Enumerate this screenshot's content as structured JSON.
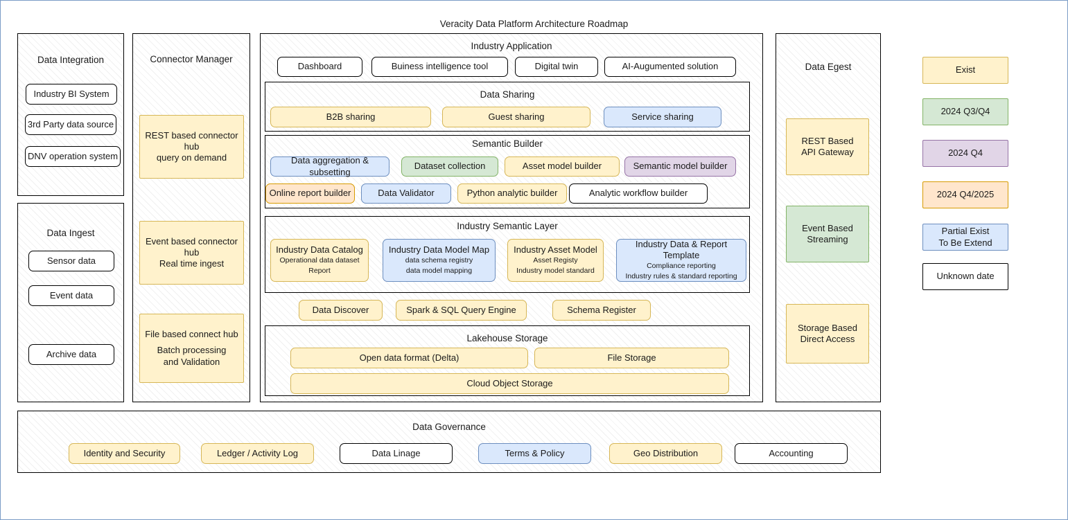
{
  "diagram": {
    "title": "Veracity Data Platform Architecture Roadmap"
  },
  "panels": {
    "data_integration": {
      "title": "Data Integration",
      "items": [
        {
          "label": "Industry BI System"
        },
        {
          "label": "3rd Party data source"
        },
        {
          "label": "DNV operation system"
        }
      ]
    },
    "data_ingest": {
      "title": "Data Ingest",
      "items": [
        {
          "label": "Sensor data"
        },
        {
          "label": "Event data"
        },
        {
          "label": "Archive data"
        }
      ]
    },
    "connector_manager": {
      "title": "Connector Manager",
      "items": [
        {
          "line1": "REST based connector hub",
          "line2": "query on demand"
        },
        {
          "line1": "Event based connector hub",
          "line2": "Real time ingest"
        },
        {
          "line1": "File based connect hub",
          "line2": "Batch processing and Validation"
        }
      ]
    },
    "industry_application": {
      "title": "Industry Application",
      "items": [
        {
          "label": "Dashboard"
        },
        {
          "label": "Buiness intelligence tool"
        },
        {
          "label": "Digital twin"
        },
        {
          "label": "AI-Augumented solution"
        }
      ]
    },
    "data_sharing": {
      "title": "Data Sharing",
      "items": [
        {
          "label": "B2B sharing",
          "color": "yellow"
        },
        {
          "label": "Guest sharing",
          "color": "yellow"
        },
        {
          "label": "Service sharing",
          "color": "blue"
        }
      ]
    },
    "semantic_builder": {
      "title": "Semantic Builder",
      "row1": [
        {
          "label": "Data aggregation & subsetting",
          "color": "blue"
        },
        {
          "label": "Dataset collection",
          "color": "green"
        },
        {
          "label": "Asset model builder",
          "color": "yellow"
        },
        {
          "label": "Semantic model builder",
          "color": "purple"
        }
      ],
      "row2": [
        {
          "label": "Online report builder",
          "color": "orange"
        },
        {
          "label": "Data Validator",
          "color": "blue"
        },
        {
          "label": "Python analytic builder",
          "color": "yellow"
        },
        {
          "label": "Analytic workflow builder",
          "color": "white"
        }
      ]
    },
    "industry_semantic_layer": {
      "title": "Industry Semantic Layer",
      "cards": [
        {
          "title": "Industry Data Catalog",
          "sub1": "Operational data dataset",
          "sub2": "Report",
          "color": "yellow"
        },
        {
          "title": "Industry Data Model Map",
          "sub1": "data schema registry",
          "sub2": "data model mapping",
          "color": "blue"
        },
        {
          "title": "Industry Asset Model",
          "sub1": "Asset Registy",
          "sub2": "Industry model standard",
          "color": "yellow"
        },
        {
          "title": "Industry Data & Report Template",
          "sub1": "Compliance reporting",
          "sub2": "Industry rules & standard reporting",
          "color": "blue"
        }
      ]
    },
    "query_tools": [
      {
        "label": "Data Discover",
        "color": "yellow"
      },
      {
        "label": "Spark & SQL Query Engine",
        "color": "yellow"
      },
      {
        "label": "Schema Register",
        "color": "yellow"
      }
    ],
    "lakehouse_storage": {
      "title": "Lakehouse Storage",
      "items": [
        {
          "label": "Open data format (Delta)",
          "color": "yellow"
        },
        {
          "label": "File Storage",
          "color": "yellow"
        },
        {
          "label": "Cloud Object Storage",
          "color": "yellow"
        }
      ]
    },
    "data_egest": {
      "title": "Data Egest",
      "items": [
        {
          "line1": "REST Based",
          "line2": "API Gateway",
          "color": "yellow"
        },
        {
          "line1": "Event Based",
          "line2": "Streaming",
          "color": "green"
        },
        {
          "line1": "Storage Based",
          "line2": "Direct Access",
          "color": "yellow"
        }
      ]
    },
    "data_governance": {
      "title": "Data Governance",
      "items": [
        {
          "label": "Identity and Security",
          "color": "yellow"
        },
        {
          "label": "Ledger / Activity Log",
          "color": "yellow"
        },
        {
          "label": "Data Linage",
          "color": "white"
        },
        {
          "label": "Terms & Policy",
          "color": "blue"
        },
        {
          "label": "Geo Distribution",
          "color": "yellow"
        },
        {
          "label": "Accounting",
          "color": "white"
        }
      ]
    }
  },
  "legend": {
    "items": [
      {
        "label": "Exist",
        "color": "yellow"
      },
      {
        "label": "2024 Q3/Q4",
        "color": "green"
      },
      {
        "label": "2024 Q4",
        "color": "purple"
      },
      {
        "label": "2024 Q4/2025",
        "color": "orange"
      },
      {
        "line1": "Partial Exist",
        "line2": "To Be Extend",
        "color": "blue"
      },
      {
        "label": "Unknown date",
        "color": "white"
      }
    ]
  },
  "colors": {
    "yellow_fill": "#fff2cc",
    "yellow_stroke": "#d6b656",
    "blue_fill": "#dae8fc",
    "blue_stroke": "#6c8ebf",
    "green_fill": "#d5e8d4",
    "green_stroke": "#82b366",
    "purple_fill": "#e1d5e7",
    "purple_stroke": "#9673a6",
    "orange_fill": "#ffe6cc",
    "orange_stroke": "#d79b00",
    "white_fill": "#ffffff",
    "white_stroke": "#000000"
  }
}
